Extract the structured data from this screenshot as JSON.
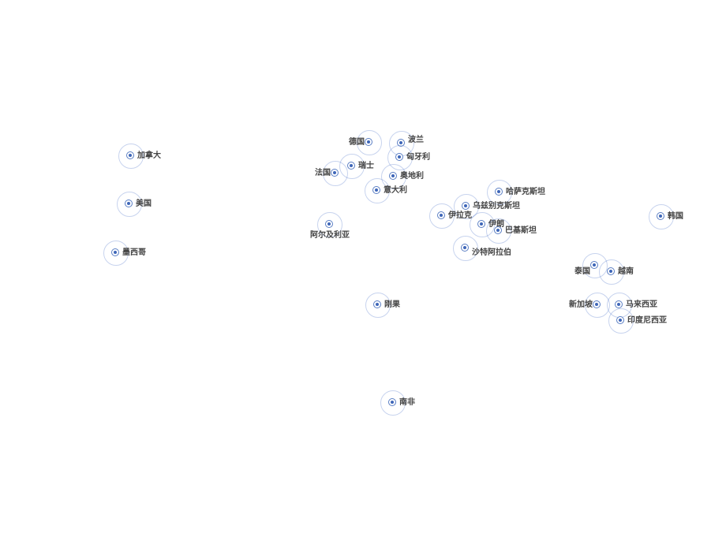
{
  "points": [
    {
      "name": "加拿大"
    },
    {
      "name": "美国"
    },
    {
      "name": "墨西哥"
    },
    {
      "name": "德国"
    },
    {
      "name": "波兰"
    },
    {
      "name": "匈牙利"
    },
    {
      "name": "瑞士"
    },
    {
      "name": "法国"
    },
    {
      "name": "奥地利"
    },
    {
      "name": "意大利"
    },
    {
      "name": "阿尔及利亚"
    },
    {
      "name": "哈萨克斯坦"
    },
    {
      "name": "乌兹别克斯坦"
    },
    {
      "name": "伊拉克"
    },
    {
      "name": "伊朗"
    },
    {
      "name": "巴基斯坦"
    },
    {
      "name": "沙特阿拉伯"
    },
    {
      "name": "韩国"
    },
    {
      "name": "泰国"
    },
    {
      "name": "越南"
    },
    {
      "name": "新加坡"
    },
    {
      "name": "马来西亚"
    },
    {
      "name": "印度尼西亚"
    },
    {
      "name": "刚果"
    },
    {
      "name": "南非"
    }
  ],
  "colors": {
    "point": "#3e66b8",
    "ripple": "#466ec8",
    "label": "#444444"
  }
}
